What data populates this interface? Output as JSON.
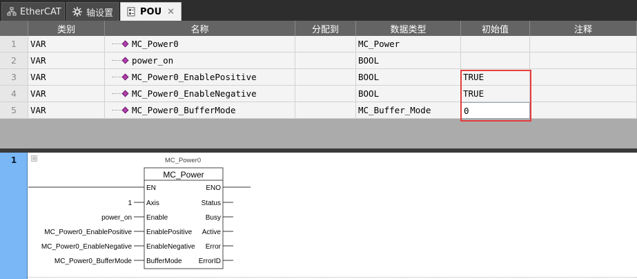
{
  "tabs": [
    {
      "label": "EtherCAT",
      "icon": "network-icon"
    },
    {
      "label": "轴设置",
      "icon": "gear-icon"
    },
    {
      "label": "POU",
      "icon": "pou-icon",
      "active": true,
      "close": "✕"
    }
  ],
  "table": {
    "columns": [
      "类别",
      "名称",
      "分配到",
      "数据类型",
      "初始值",
      "注释"
    ],
    "rows": [
      {
        "num": "1",
        "category": "VAR",
        "name": "MC_Power0",
        "assign": "",
        "type": "MC_Power",
        "init": "",
        "comment": ""
      },
      {
        "num": "2",
        "category": "VAR",
        "name": "power_on",
        "assign": "",
        "type": "BOOL",
        "init": "",
        "comment": ""
      },
      {
        "num": "3",
        "category": "VAR",
        "name": "MC_Power0_EnablePositive",
        "assign": "",
        "type": "BOOL",
        "init": "TRUE",
        "comment": ""
      },
      {
        "num": "4",
        "category": "VAR",
        "name": "MC_Power0_EnableNegative",
        "assign": "",
        "type": "BOOL",
        "init": "TRUE",
        "comment": ""
      },
      {
        "num": "5",
        "category": "VAR",
        "name": "MC_Power0_BufferMode",
        "assign": "",
        "type": "MC_Buffer_Mode",
        "init": "0",
        "comment": ""
      }
    ]
  },
  "ladder": {
    "rung_number": "1",
    "expand_symbol": "⊞",
    "block": {
      "instance": "MC_Power0",
      "type": "MC_Power",
      "inputs": [
        "EN",
        "Axis",
        "Enable",
        "EnablePositive",
        "EnableNegative",
        "BufferMode"
      ],
      "outputs": [
        "ENO",
        "Status",
        "Busy",
        "Active",
        "Error",
        "ErrorID"
      ],
      "input_values": [
        "",
        "1",
        "power_on",
        "MC_Power0_EnablePositive",
        "MC_Power0_EnableNegative",
        "MC_Power0_BufferMode"
      ]
    }
  },
  "colors": {
    "highlight": "#e53c3c",
    "rung_bar": "#79b7f6",
    "header_bg": "#646464"
  }
}
